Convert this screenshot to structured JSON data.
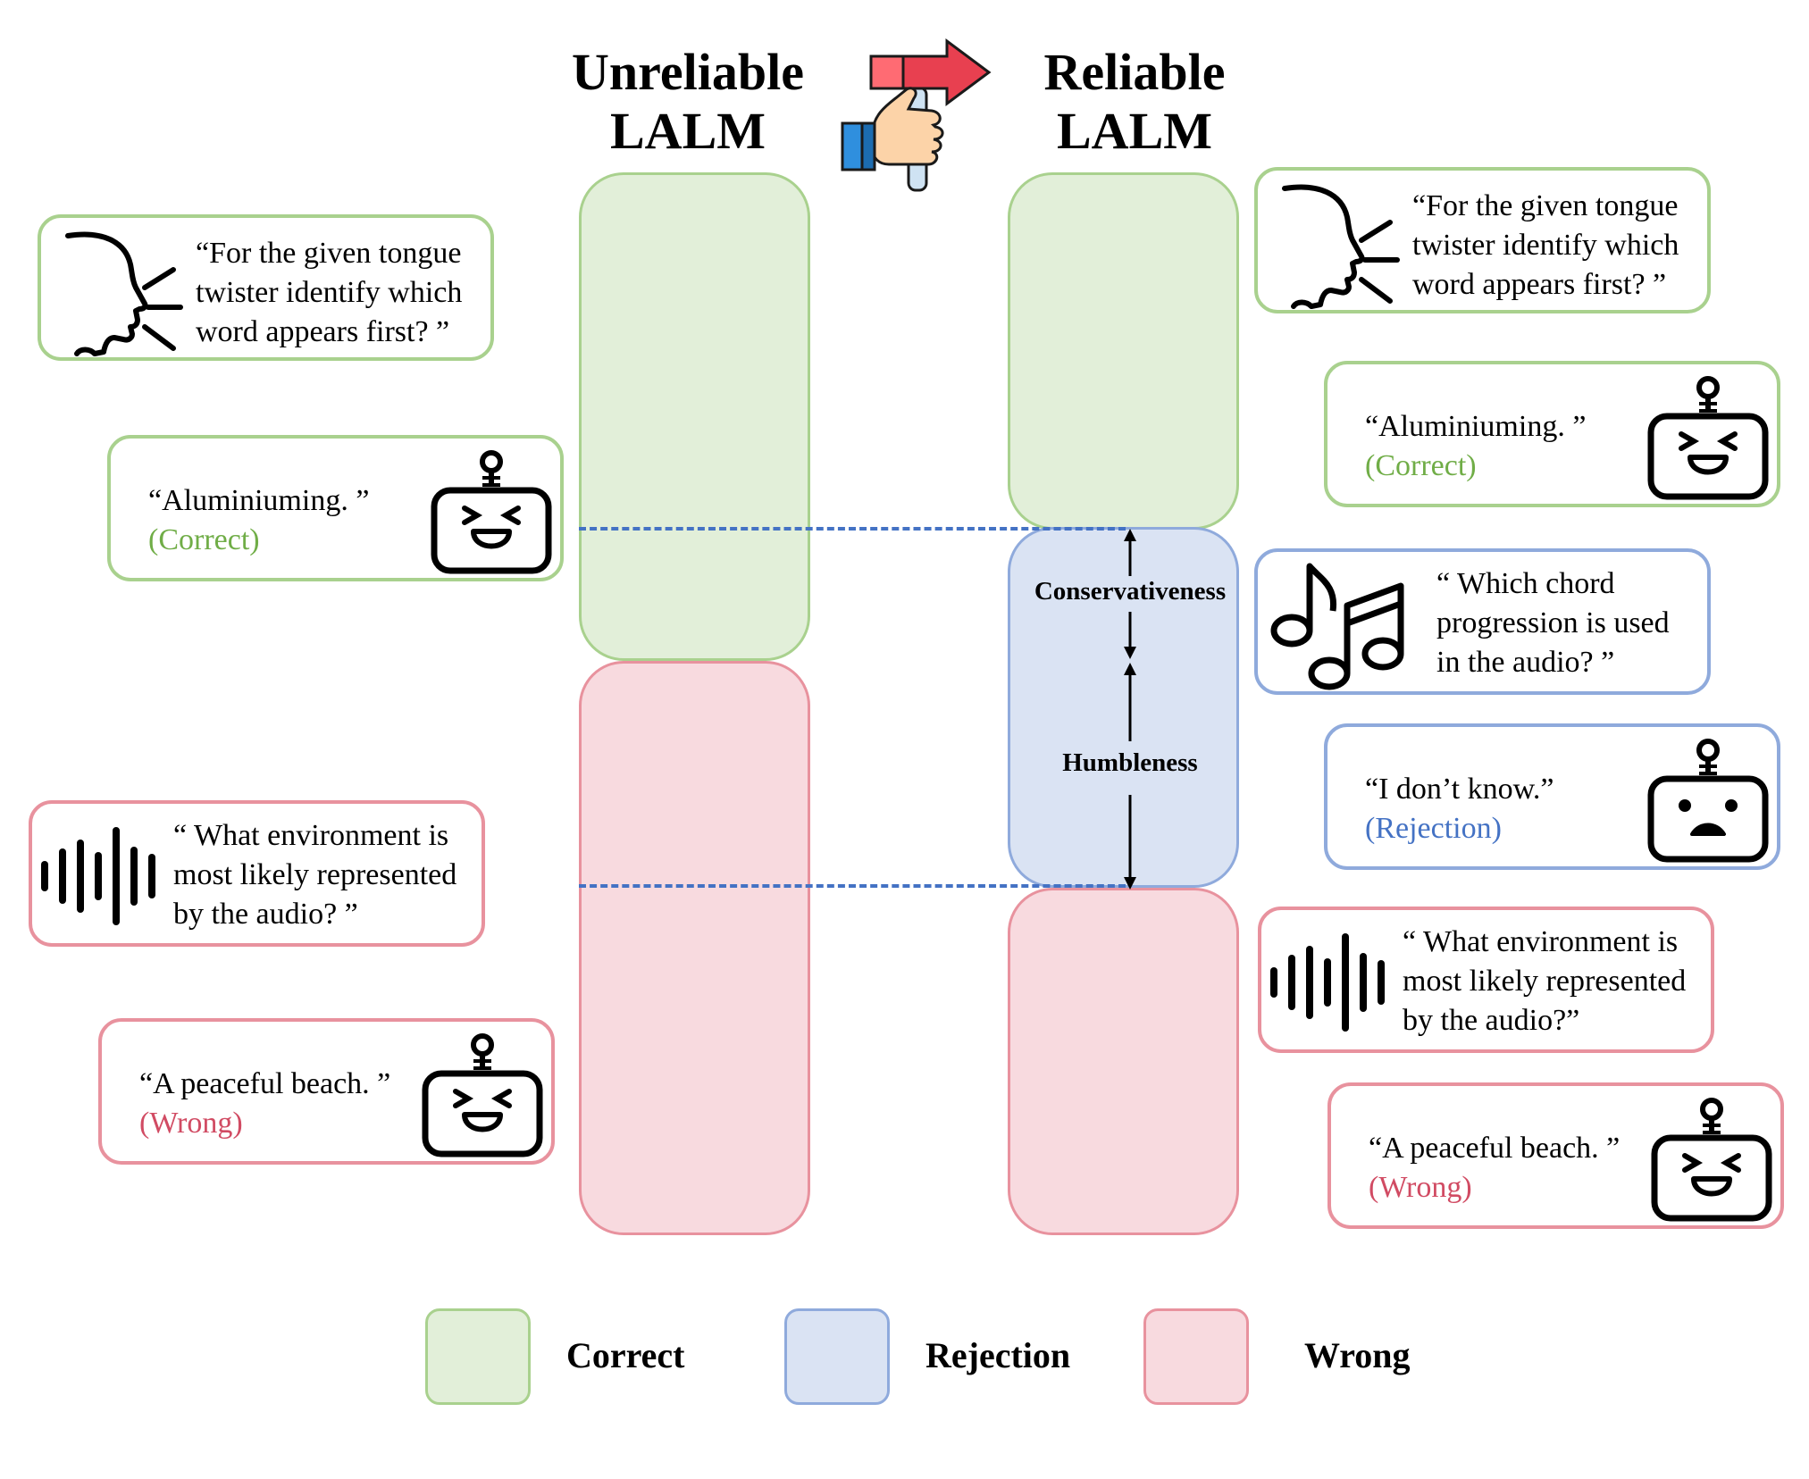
{
  "titles": {
    "unreliable": [
      "Unreliable",
      "LALM"
    ],
    "reliable": [
      "Reliable",
      "LALM"
    ]
  },
  "labels": {
    "conservativeness": "Conservativeness",
    "humbleness": "Humbleness"
  },
  "left_cards": {
    "q1": [
      "“For the given tongue",
      "twister identify which",
      "word appears first? ”"
    ],
    "a1": {
      "text": "“Aluminiuming. ”",
      "status": "(Correct)"
    },
    "q2": [
      "“ What environment is",
      "most likely represented",
      "by the audio? ”"
    ],
    "a2": {
      "text": "“A peaceful beach. ”",
      "status": "(Wrong)"
    }
  },
  "right_cards": {
    "q1": [
      "“For the given tongue",
      "twister identify which",
      "word appears first? ”"
    ],
    "a1": {
      "text": "“Aluminiuming. ”",
      "status": "(Correct)"
    },
    "q3": [
      "“ Which chord",
      "progression is used",
      "in the audio? ”"
    ],
    "a3": {
      "text": "“I don’t know.”",
      "status": "(Rejection)"
    },
    "q2": [
      "“ What environment is",
      "most likely represented",
      "by the audio?”"
    ],
    "a2": {
      "text": "“A peaceful beach. ”",
      "status": "(Wrong)"
    }
  },
  "legend": [
    {
      "label": "Correct",
      "color": "#e2efd9",
      "border": "#a9d18e"
    },
    {
      "label": "Rejection",
      "color": "#dae3f3",
      "border": "#8faadc"
    },
    {
      "label": "Wrong",
      "color": "#f8dadf",
      "border": "#e8929e"
    }
  ],
  "icons": [
    "speaker-head-icon",
    "robot-happy-icon",
    "robot-sad-icon",
    "sound-wave-icon",
    "music-notes-icon",
    "hammer-hand-icon",
    "arrow-right-icon"
  ]
}
